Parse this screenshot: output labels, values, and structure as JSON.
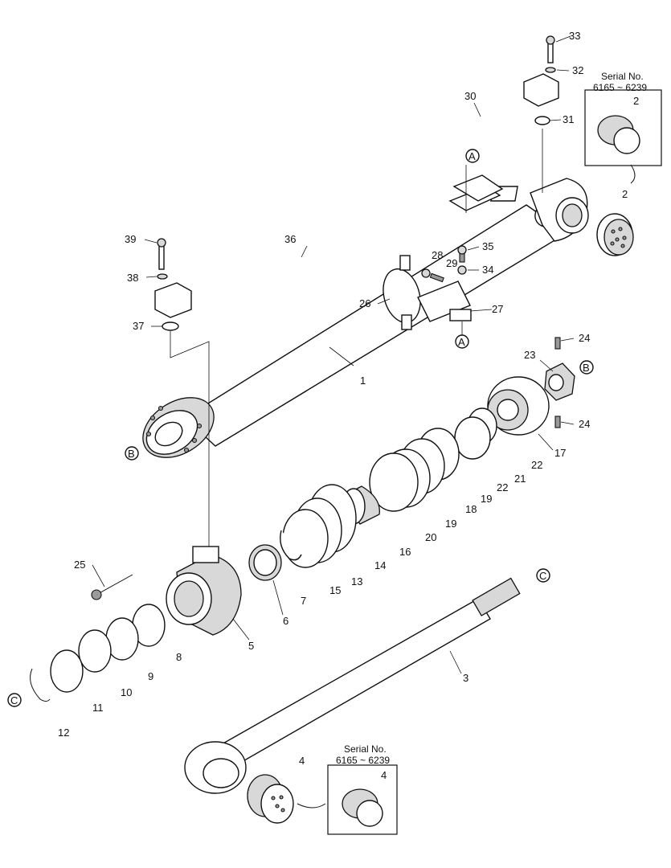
{
  "callouts": [
    {
      "id": "l1",
      "text": "1"
    },
    {
      "id": "l2a",
      "text": "2"
    },
    {
      "id": "l2b",
      "text": "2"
    },
    {
      "id": "l3",
      "text": "3"
    },
    {
      "id": "l4a",
      "text": "4"
    },
    {
      "id": "l4b",
      "text": "4"
    },
    {
      "id": "l5",
      "text": "5"
    },
    {
      "id": "l6",
      "text": "6"
    },
    {
      "id": "l7",
      "text": "7"
    },
    {
      "id": "l8",
      "text": "8"
    },
    {
      "id": "l9",
      "text": "9"
    },
    {
      "id": "l10",
      "text": "10"
    },
    {
      "id": "l11",
      "text": "11"
    },
    {
      "id": "l12",
      "text": "12"
    },
    {
      "id": "l13",
      "text": "13"
    },
    {
      "id": "l14",
      "text": "14"
    },
    {
      "id": "l15",
      "text": "15"
    },
    {
      "id": "l16",
      "text": "16"
    },
    {
      "id": "l17",
      "text": "17"
    },
    {
      "id": "l18",
      "text": "18"
    },
    {
      "id": "l19a",
      "text": "19"
    },
    {
      "id": "l19b",
      "text": "19"
    },
    {
      "id": "l20",
      "text": "20"
    },
    {
      "id": "l21",
      "text": "21"
    },
    {
      "id": "l22a",
      "text": "22"
    },
    {
      "id": "l22b",
      "text": "22"
    },
    {
      "id": "l23",
      "text": "23"
    },
    {
      "id": "l24a",
      "text": "24"
    },
    {
      "id": "l24b",
      "text": "24"
    },
    {
      "id": "l25",
      "text": "25"
    },
    {
      "id": "l26",
      "text": "26"
    },
    {
      "id": "l27",
      "text": "27"
    },
    {
      "id": "l28",
      "text": "28"
    },
    {
      "id": "l29",
      "text": "29"
    },
    {
      "id": "l30",
      "text": "30"
    },
    {
      "id": "l31",
      "text": "31"
    },
    {
      "id": "l32",
      "text": "32"
    },
    {
      "id": "l33",
      "text": "33"
    },
    {
      "id": "l34",
      "text": "34"
    },
    {
      "id": "l35",
      "text": "35"
    },
    {
      "id": "l36",
      "text": "36"
    },
    {
      "id": "l37",
      "text": "37"
    },
    {
      "id": "l38",
      "text": "38"
    },
    {
      "id": "l39",
      "text": "39"
    }
  ],
  "markers": {
    "a": "A",
    "b": "B",
    "c": "C"
  },
  "serial_box_top": {
    "title": "Serial No.",
    "range": "6165 ~ 6239",
    "part": "2"
  },
  "serial_box_bottom": {
    "title": "Serial No.",
    "range": "6165 ~ 6239",
    "part": "4"
  }
}
